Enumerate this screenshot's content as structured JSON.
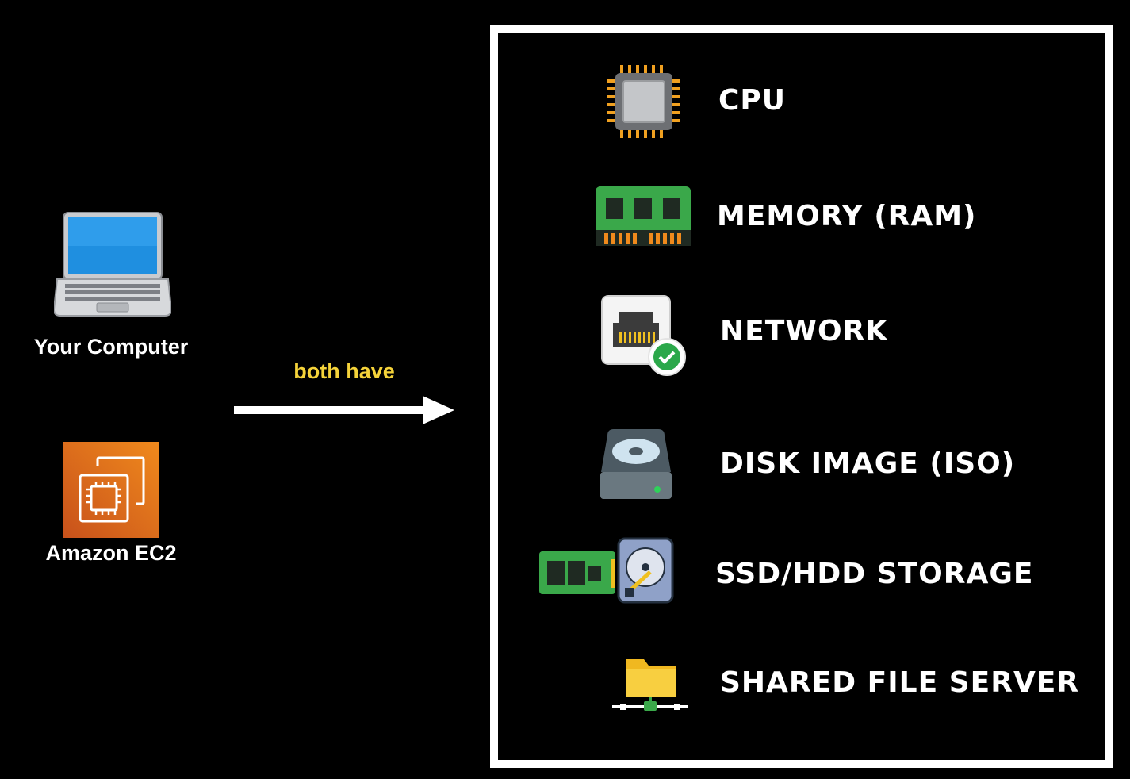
{
  "sources": [
    {
      "label": "Your Computer",
      "icon": "laptop-icon"
    },
    {
      "label": "Amazon EC2",
      "icon": "ec2-icon"
    }
  ],
  "arrow": {
    "caption": "both have",
    "caption_color": "#f5d33a"
  },
  "resources": [
    {
      "label": "CPU",
      "icon": "cpu-icon"
    },
    {
      "label": "MEMORY (RAM)",
      "icon": "ram-icon"
    },
    {
      "label": "NETWORK",
      "icon": "network-port-icon"
    },
    {
      "label": "DISK IMAGE (ISO)",
      "icon": "disk-image-icon"
    },
    {
      "label": "SSD/HDD STORAGE",
      "icon": "ssd-hdd-icon"
    },
    {
      "label": "SHARED FILE SERVER",
      "icon": "shared-folder-icon"
    }
  ],
  "colors": {
    "background": "#000000",
    "panel_border": "#ffffff",
    "ec2_orange": "#e8741a",
    "ram_green": "#3aa84a"
  }
}
